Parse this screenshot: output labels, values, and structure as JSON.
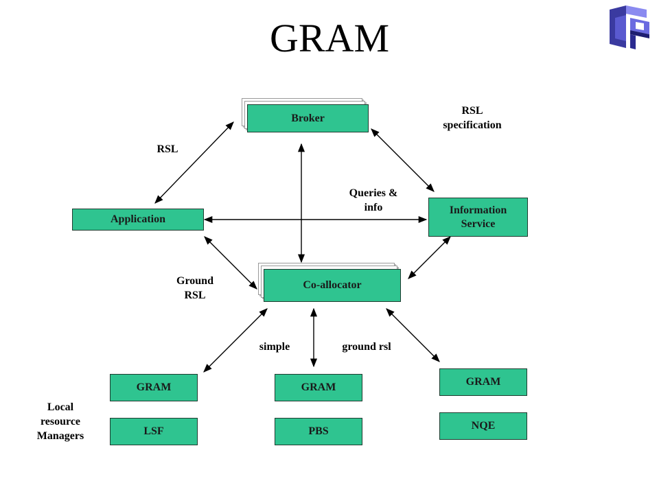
{
  "title": "GRAM",
  "logo": {
    "icon": "gp-cube-logo-icon",
    "colors": [
      "#6a6ae0",
      "#3a3aa0",
      "#1e1e70"
    ]
  },
  "accent_color": "#2fc490",
  "boxes": {
    "broker": "Broker",
    "application": "Application",
    "information_service": "Information\nService",
    "co_allocator": "Co-allocator",
    "gram_left": "GRAM",
    "gram_middle": "GRAM",
    "gram_right": "GRAM",
    "lsf": "LSF",
    "pbs": "PBS",
    "nqe": "NQE"
  },
  "labels": {
    "rsl": "RSL",
    "rsl_specification": "RSL\nspecification",
    "queries_info": "Queries &\ninfo",
    "ground_rsl": "Ground\nRSL",
    "simple": "simple",
    "ground_rsl_lower": "ground rsl",
    "local_resource_managers": "Local\nresource\nManagers"
  }
}
